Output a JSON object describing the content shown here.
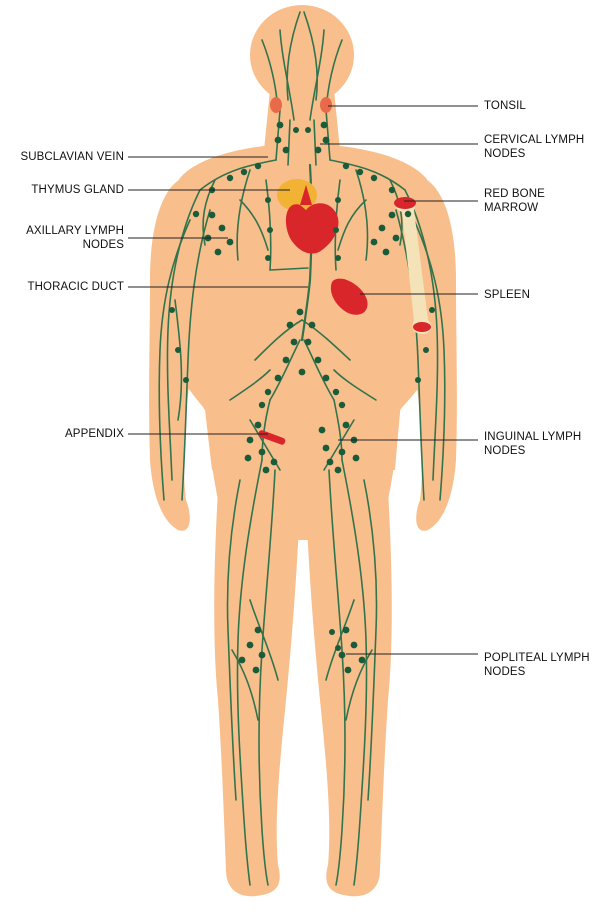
{
  "colors": {
    "skin": "#f8bf8c",
    "lymph": "#1e6b46",
    "node": "#1a5c3a",
    "organ_red": "#d8262b",
    "thymus": "#f2b233",
    "bone": "#f4e2b8",
    "line": "#222222"
  },
  "labels": {
    "tonsil": [
      "TONSIL"
    ],
    "cervical": [
      "CERVICAL LYMPH",
      "NODES"
    ],
    "red_bone_marrow": [
      "RED BONE",
      "MARROW"
    ],
    "spleen": [
      "SPLEEN"
    ],
    "inguinal": [
      "INGUINAL LYMPH",
      "NODES"
    ],
    "popliteal": [
      "POPLITEAL LYMPH",
      "NODES"
    ],
    "subclavian": [
      "SUBCLAVIAN VEIN"
    ],
    "thymus": [
      "THYMUS GLAND"
    ],
    "axillary": [
      "AXILLARY LYMPH",
      "NODES"
    ],
    "thoracic_duct": [
      "THORACIC DUCT"
    ],
    "appendix": [
      "APPENDIX"
    ]
  }
}
